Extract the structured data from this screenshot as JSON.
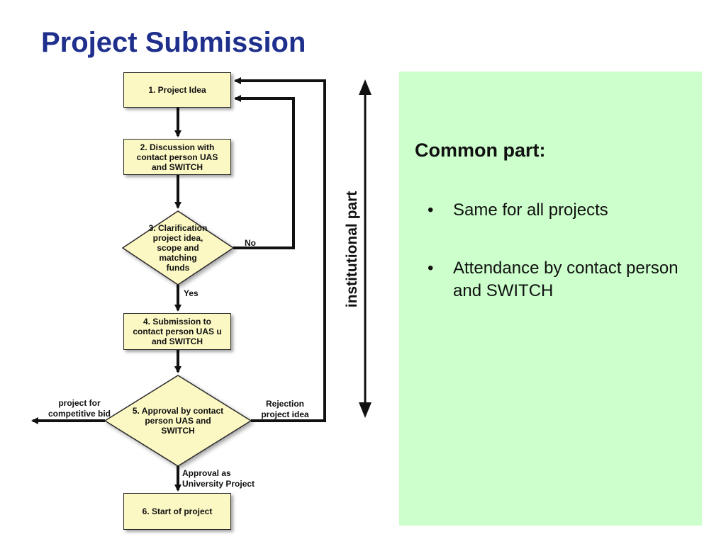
{
  "slide": {
    "title": "Project Submission"
  },
  "flowchart": {
    "nodes": {
      "n1": "1. Project Idea",
      "n2": "2. Discussion with\ncontact person UAS\nand SWITCH",
      "n3": "3. Clarification\nproject idea,\nscope and\nmatching\nfunds",
      "n4": "4. Submission to\ncontact person UAS u\nand SWITCH",
      "n5": "5. Approval by contact\nperson UAS and\nSWITCH",
      "n6": "6. Start of project"
    },
    "edges": {
      "no": "No",
      "yes": "Yes",
      "rejection": "Rejection\nproject idea",
      "competitive": "project for\ncompetitive bid",
      "approval": "Approval as\nUniversity Project"
    },
    "side_label": "institutional part"
  },
  "panel": {
    "heading": "Common part:",
    "bullets": [
      "Same for all projects",
      "Attendance by contact person and SWITCH"
    ],
    "bullet_glyph": "•",
    "color": "#ccffcc"
  },
  "colors": {
    "title": "#1f2f8c",
    "node_fill": "#fbf8c4"
  }
}
